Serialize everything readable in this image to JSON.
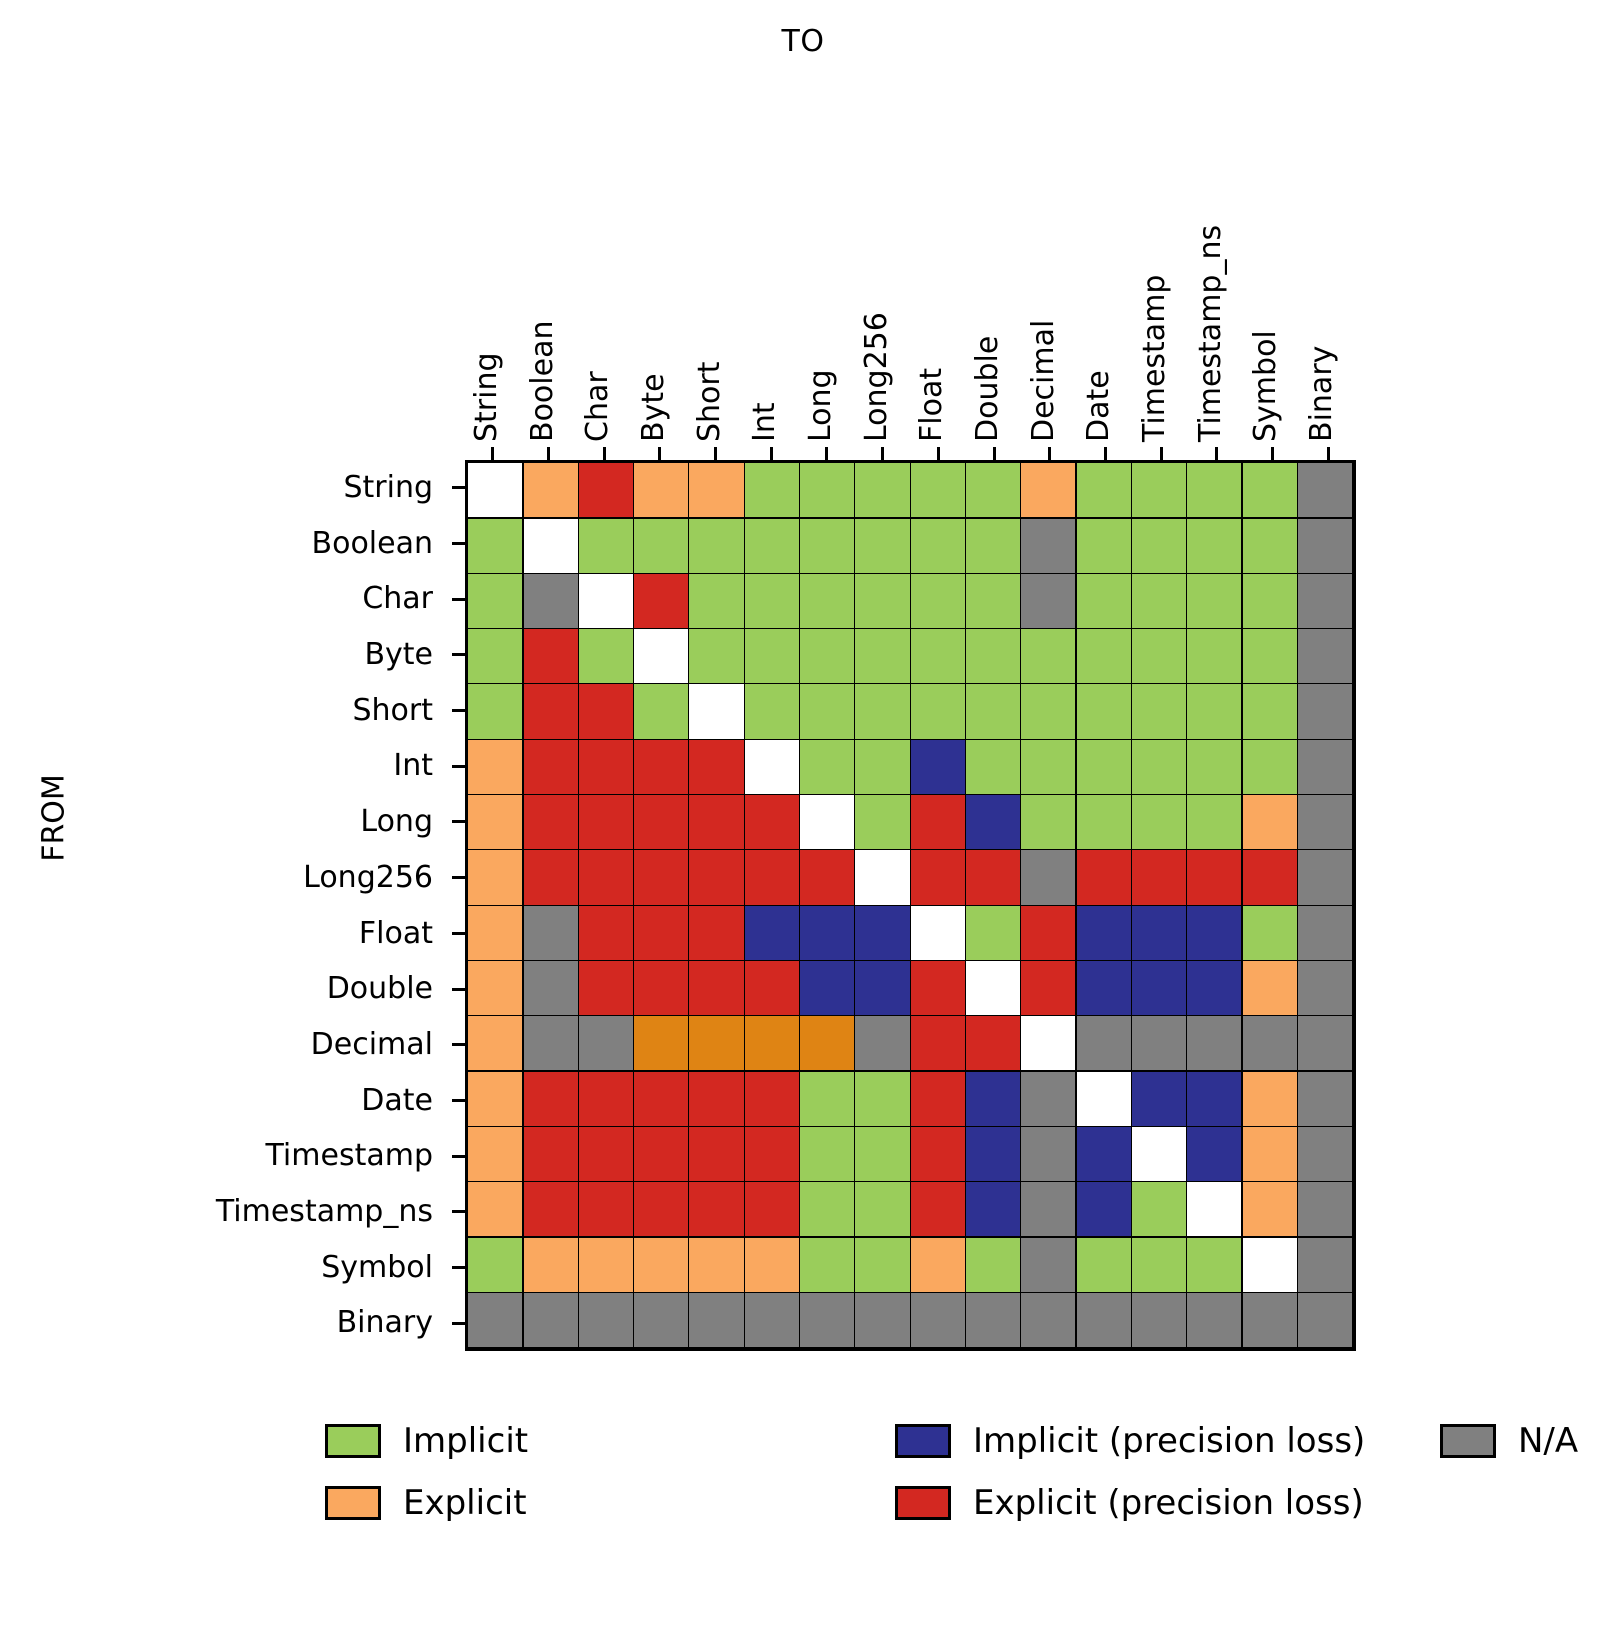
{
  "titles": {
    "to": "TO",
    "from": "FROM"
  },
  "legend": [
    {
      "label": "Implicit",
      "color": "#9ACD5B",
      "col": 0,
      "row": 0
    },
    {
      "label": "Explicit",
      "color": "#FAA85F",
      "col": 0,
      "row": 1
    },
    {
      "label": "Implicit (precision loss)",
      "color": "#2E3192",
      "col": 1,
      "row": 0
    },
    {
      "label": "Explicit (precision loss)",
      "color": "#D32821",
      "col": 1,
      "row": 1
    },
    {
      "label": "N/A",
      "color": "#808080",
      "col": 2,
      "row": 0
    }
  ],
  "colors": {
    "implicit": "#9ACD5B",
    "explicit": "#FAA85F",
    "implicit_loss": "#2E3192",
    "explicit_loss": "#D32821",
    "na": "#808080",
    "self": "#FFFFFF",
    "explicit_dark": "#DF8414",
    "grid_line": "#000000",
    "background": "#FFFFFF"
  },
  "chart_data": {
    "type": "heatmap",
    "title": "",
    "xlabel": "TO",
    "ylabel": "FROM",
    "legend_position": "bottom",
    "grid": true,
    "value_colors": {
      "implicit": "#9ACD5B",
      "explicit": "#FAA85F",
      "implicit_loss": "#2E3192",
      "explicit_loss": "#D32821",
      "explicit_dark": "#DF8414",
      "na": "#808080",
      "self": "#FFFFFF"
    },
    "categories_x": [
      "String",
      "Boolean",
      "Char",
      "Byte",
      "Short",
      "Int",
      "Long",
      "Long256",
      "Float",
      "Double",
      "Decimal",
      "Date",
      "Timestamp",
      "Timestamp_ns",
      "Symbol",
      "Binary"
    ],
    "categories_y": [
      "String",
      "Boolean",
      "Char",
      "Byte",
      "Short",
      "Int",
      "Long",
      "Long256",
      "Float",
      "Double",
      "Decimal",
      "Date",
      "Timestamp",
      "Timestamp_ns",
      "Symbol",
      "Binary"
    ],
    "columns": [
      "String",
      "Boolean",
      "Char",
      "Byte",
      "Short",
      "Int",
      "Long",
      "Long256",
      "Float",
      "Double",
      "Decimal",
      "Date",
      "Timestamp",
      "Timestamp_ns",
      "Symbol"
    ],
    "rows": [
      "String",
      "Boolean",
      "Char",
      "Byte",
      "Short",
      "Int",
      "Long",
      "Long256",
      "Float",
      "Double",
      "Decimal",
      "Date",
      "Timestamp",
      "Timestamp_ns",
      "Symbol",
      "Binary"
    ],
    "matrix": [
      [
        "self",
        "explicit",
        "explicit_loss",
        "explicit",
        "explicit",
        "implicit",
        "implicit",
        "implicit",
        "implicit",
        "implicit",
        "explicit",
        "implicit",
        "implicit",
        "implicit",
        "implicit"
      ],
      [
        "implicit",
        "self",
        "implicit",
        "implicit",
        "implicit",
        "implicit",
        "implicit",
        "implicit",
        "implicit",
        "implicit",
        "na",
        "implicit",
        "implicit",
        "implicit",
        "implicit"
      ],
      [
        "implicit",
        "na",
        "self",
        "explicit_loss",
        "implicit",
        "implicit",
        "implicit",
        "implicit",
        "implicit",
        "implicit",
        "na",
        "implicit",
        "implicit",
        "implicit",
        "implicit"
      ],
      [
        "implicit",
        "explicit_loss",
        "implicit",
        "self",
        "implicit",
        "implicit",
        "implicit",
        "implicit",
        "implicit",
        "implicit",
        "implicit",
        "implicit",
        "implicit",
        "implicit",
        "implicit"
      ],
      [
        "implicit",
        "explicit_loss",
        "explicit_loss",
        "implicit",
        "self",
        "implicit",
        "implicit",
        "implicit",
        "implicit",
        "implicit",
        "implicit",
        "implicit",
        "implicit",
        "implicit",
        "implicit"
      ],
      [
        "explicit",
        "explicit_loss",
        "explicit_loss",
        "explicit_loss",
        "explicit_loss",
        "self",
        "implicit",
        "implicit",
        "implicit_loss",
        "implicit",
        "implicit",
        "implicit",
        "implicit",
        "implicit",
        "implicit"
      ],
      [
        "explicit",
        "explicit_loss",
        "explicit_loss",
        "explicit_loss",
        "explicit_loss",
        "explicit_loss",
        "self",
        "implicit",
        "explicit_loss",
        "implicit_loss",
        "implicit",
        "implicit",
        "implicit",
        "implicit",
        "explicit"
      ],
      [
        "explicit",
        "explicit_loss",
        "explicit_loss",
        "explicit_loss",
        "explicit_loss",
        "explicit_loss",
        "explicit_loss",
        "self",
        "explicit_loss",
        "explicit_loss",
        "na",
        "explicit_loss",
        "explicit_loss",
        "explicit_loss",
        "explicit_loss"
      ],
      [
        "explicit",
        "na",
        "explicit_loss",
        "explicit_loss",
        "explicit_loss",
        "implicit_loss",
        "implicit_loss",
        "implicit_loss",
        "self",
        "implicit",
        "explicit_loss",
        "implicit_loss",
        "implicit_loss",
        "implicit_loss",
        "implicit"
      ],
      [
        "explicit",
        "na",
        "explicit_loss",
        "explicit_loss",
        "explicit_loss",
        "explicit_loss",
        "implicit_loss",
        "implicit_loss",
        "explicit_loss",
        "self",
        "explicit_loss",
        "implicit_loss",
        "implicit_loss",
        "implicit_loss",
        "explicit"
      ],
      [
        "explicit",
        "na",
        "na",
        "explicit_dark",
        "explicit_dark",
        "explicit_dark",
        "explicit_dark",
        "na",
        "explicit_loss",
        "explicit_loss",
        "self",
        "na",
        "na",
        "na",
        "na"
      ],
      [
        "explicit",
        "explicit_loss",
        "explicit_loss",
        "explicit_loss",
        "explicit_loss",
        "explicit_loss",
        "implicit",
        "implicit",
        "explicit_loss",
        "implicit_loss",
        "na",
        "self",
        "implicit_loss",
        "implicit_loss",
        "explicit"
      ],
      [
        "explicit",
        "explicit_loss",
        "explicit_loss",
        "explicit_loss",
        "explicit_loss",
        "explicit_loss",
        "implicit",
        "implicit",
        "explicit_loss",
        "implicit_loss",
        "na",
        "implicit_loss",
        "self",
        "implicit_loss",
        "explicit"
      ],
      [
        "explicit",
        "explicit_loss",
        "explicit_loss",
        "explicit_loss",
        "explicit_loss",
        "explicit_loss",
        "implicit",
        "implicit",
        "explicit_loss",
        "implicit_loss",
        "na",
        "implicit_loss",
        "implicit",
        "self",
        "explicit"
      ],
      [
        "implicit",
        "explicit",
        "explicit",
        "explicit",
        "explicit",
        "explicit",
        "implicit",
        "implicit",
        "explicit",
        "implicit",
        "na",
        "implicit",
        "implicit",
        "implicit",
        "self"
      ],
      [
        "na",
        "na",
        "na",
        "na",
        "na",
        "na",
        "na",
        "na",
        "na",
        "na",
        "na",
        "na",
        "na",
        "na",
        "na"
      ]
    ],
    "na_column": {
      "name": "Binary",
      "values": [
        "na",
        "na",
        "na",
        "na",
        "na",
        "na",
        "na",
        "na",
        "na",
        "na",
        "na",
        "na",
        "na",
        "na",
        "na",
        "na"
      ]
    }
  }
}
